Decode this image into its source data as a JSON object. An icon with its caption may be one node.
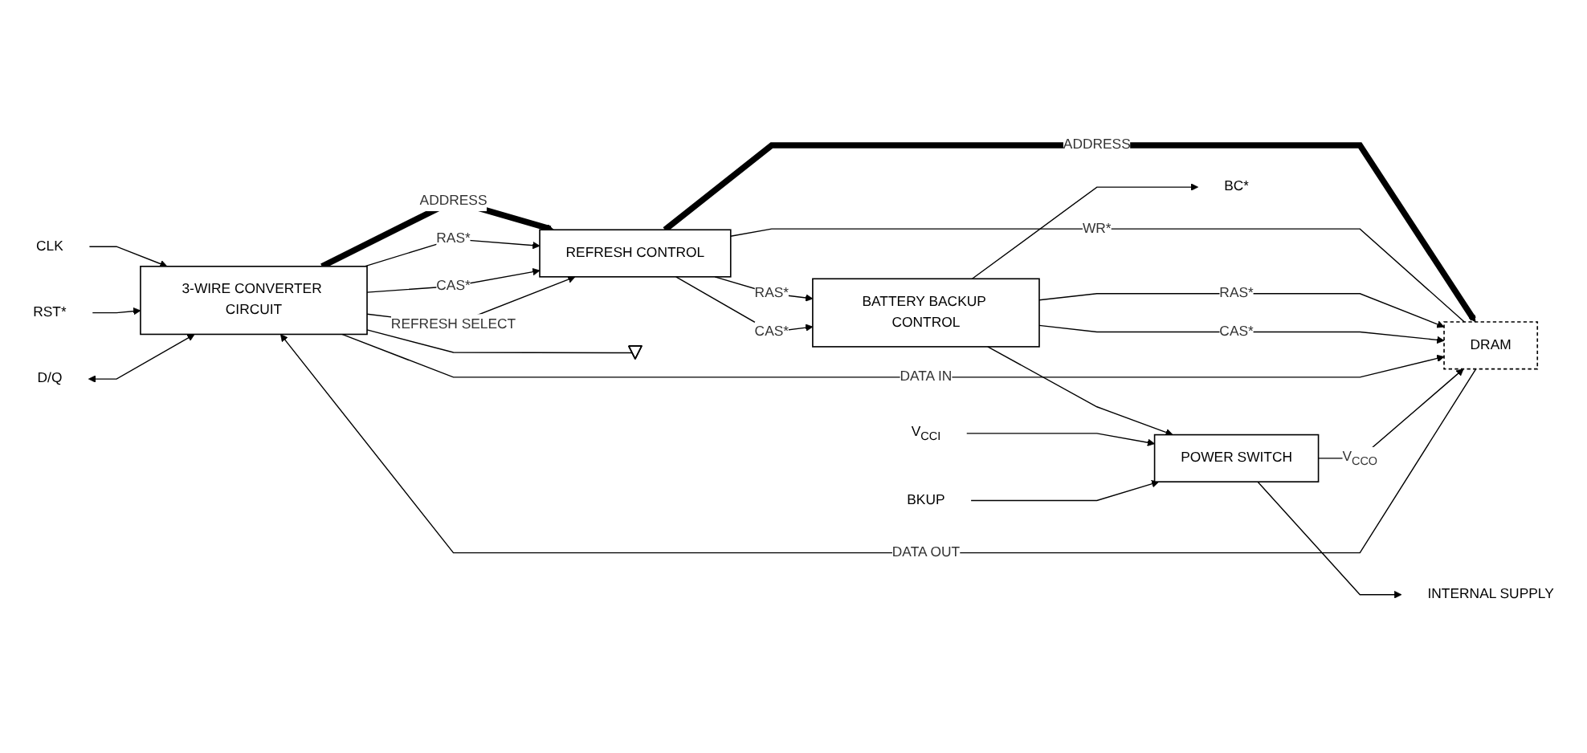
{
  "diagram": {
    "nodes": [
      {
        "text": [
          "3-WIRE CONVERTER CIRCUIT"
        ]
      },
      {
        "text": [
          "REFRESH CONTROL"
        ]
      },
      {
        "text": [
          "BATTERY BACKUP CONTROL"
        ]
      },
      {
        "text": [
          "DRAM"
        ]
      },
      {
        "text": [
          "POWER SWITCH"
        ]
      },
      {
        "text": [
          "CLK"
        ]
      },
      {
        "text": [
          "RST*"
        ]
      },
      {
        "text": [
          "D/Q"
        ]
      },
      {
        "text": [],
        "shape": "ground"
      },
      {
        "text": [
          "BC*"
        ]
      },
      {
        "text": [
          "V$_{CCI}$"
        ]
      },
      {
        "text": [
          "BKUP"
        ]
      },
      {
        "text": [
          "INTERNAL SUPPLY"
        ]
      }
    ],
    "edges": [
      {
        "from": 5,
        "to": 0,
        "arrow": "to"
      },
      {
        "from": 6,
        "to": 0,
        "arrow": "to"
      },
      {
        "from": 7,
        "to": 0,
        "arrow": "both"
      },
      {
        "from": 0,
        "to": 8,
        "arrow": "none"
      },
      {
        "from": 0,
        "to": 1,
        "arrow": "to",
        "label": "ADDRESS",
        "style": "thick"
      },
      {
        "from": 0,
        "to": 1,
        "arrow": "to",
        "label": "RAS*"
      },
      {
        "from": 0,
        "to": 1,
        "arrow": "to",
        "label": "CAS*"
      },
      {
        "from": 0,
        "to": 1,
        "arrow": "to",
        "label": "REFRESH SELECT"
      },
      {
        "from": 1,
        "to": 3,
        "arrow": "to",
        "label": "ADDRESS",
        "style": "thick"
      },
      {
        "from": 1,
        "to": 2,
        "arrow": "to",
        "label": "RAS*"
      },
      {
        "from": 1,
        "to": 2,
        "arrow": "to",
        "label": "CAS*"
      },
      {
        "from": 1,
        "to": 3,
        "arrow": "none",
        "label": "WR*"
      },
      {
        "from": 2,
        "to": 3,
        "arrow": "to",
        "label": "RAS*"
      },
      {
        "from": 2,
        "to": 3,
        "arrow": "to",
        "label": "CAS*"
      },
      {
        "from": 2,
        "to": 9,
        "arrow": "to"
      },
      {
        "from": 2,
        "to": 4,
        "arrow": "to"
      },
      {
        "from": 0,
        "to": 3,
        "arrow": "to",
        "label": "DATA IN"
      },
      {
        "from": 3,
        "to": 0,
        "arrow": "to",
        "label": "DATA OUT"
      },
      {
        "from": 10,
        "to": 4,
        "arrow": "to"
      },
      {
        "from": 11,
        "to": 4,
        "arrow": "to"
      },
      {
        "from": 4,
        "to": 3,
        "arrow": "to",
        "label": "V$_{CCO}$"
      },
      {
        "from": 4,
        "to": 12,
        "arrow": "to"
      }
    ]
  }
}
